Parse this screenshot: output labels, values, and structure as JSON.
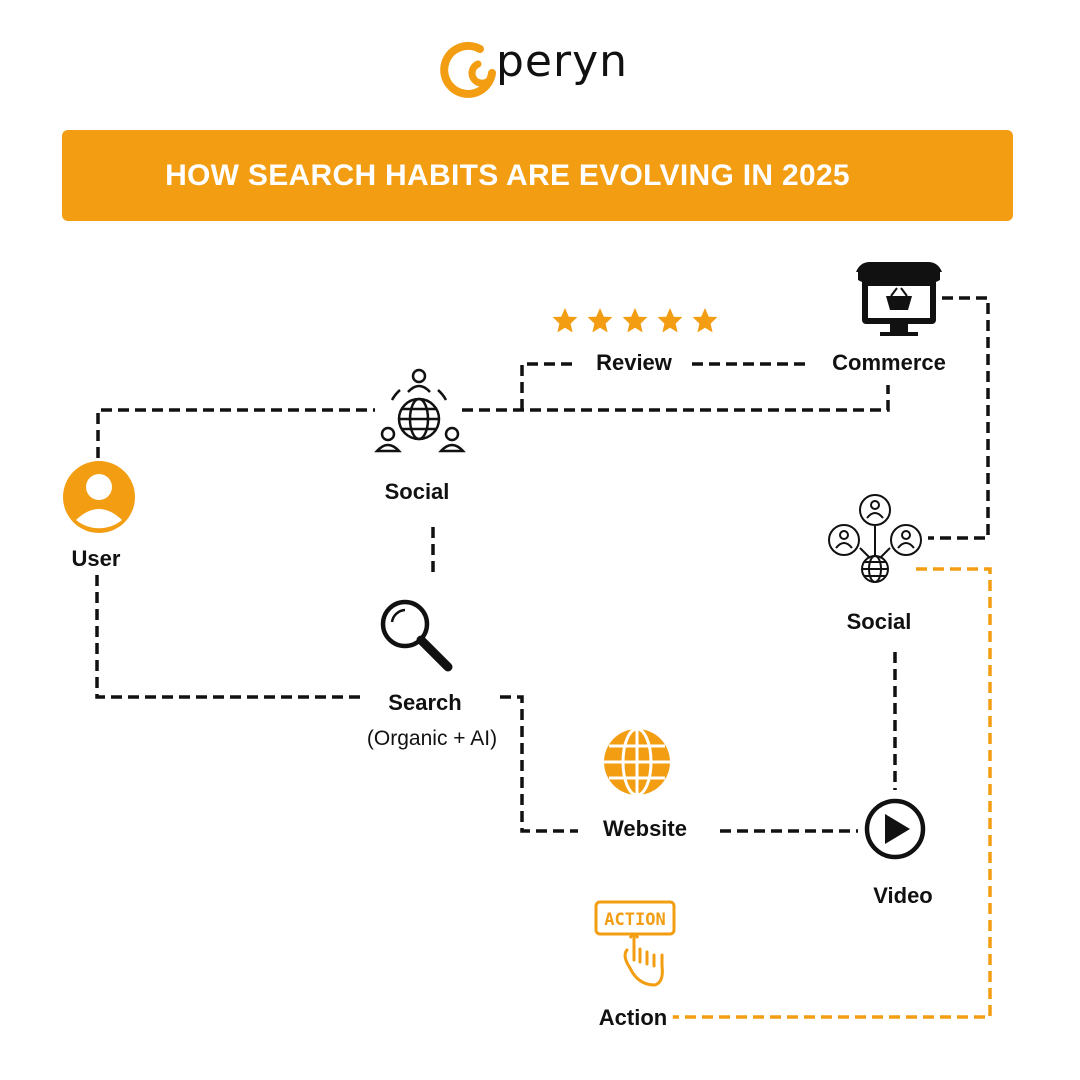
{
  "brand": {
    "name": "peryn"
  },
  "banner": {
    "title": "HOW SEARCH HABITS ARE EVOLVING IN 2025"
  },
  "colors": {
    "accent": "#f29d12",
    "ink": "#111111",
    "background": "#ffffff"
  },
  "nodes": {
    "user": {
      "label": "User",
      "icon": "user-avatar-icon"
    },
    "social_top": {
      "label": "Social",
      "icon": "global-community-icon"
    },
    "search": {
      "label": "Search",
      "sublabel": "(Organic + AI)",
      "icon": "magnifier-icon"
    },
    "review": {
      "label": "Review",
      "icon": "five-stars-icon",
      "rating": 5
    },
    "commerce": {
      "label": "Commerce",
      "icon": "storefront-monitor-icon"
    },
    "social_right": {
      "label": "Social",
      "icon": "social-network-icon"
    },
    "website": {
      "label": "Website",
      "icon": "globe-icon"
    },
    "video": {
      "label": "Video",
      "icon": "play-button-icon"
    },
    "action": {
      "label": "Action",
      "icon": "action-button-icon",
      "icon_text": "ACTION"
    }
  }
}
